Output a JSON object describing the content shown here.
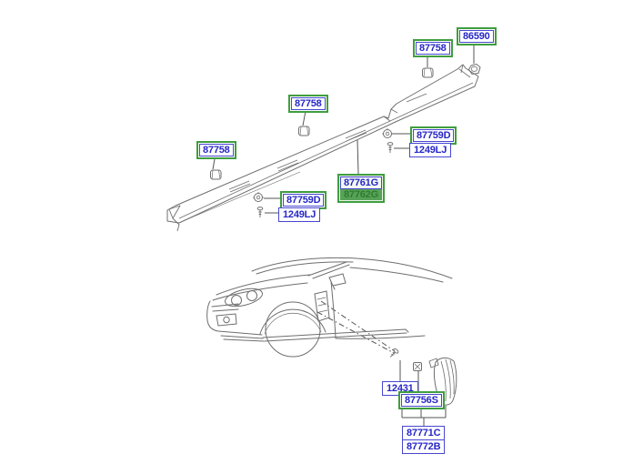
{
  "diagram_type": "vehicle parts exploded view - side sill moulding and mud guard",
  "colors": {
    "label_green_border": "#3f9e3f",
    "label_blue_border": "#4747d2",
    "label_text_blue": "#2626c9",
    "selected_highlight_bg": "#58a158",
    "selected_secondary_text": "#2e7d2e",
    "line_art": "#6e6e6e",
    "background": "#ffffff"
  },
  "labels": {
    "clip_top": "87758",
    "nut": "86590",
    "clip_mid": "87758",
    "clip_left": "87758",
    "grommet_right": "87759D",
    "screw_right": "1249LJ",
    "grommet_left": "87759D",
    "screw_left": "1249LJ",
    "bolt": "12431",
    "mudguard": "87756S",
    "kit_upper": "87771C",
    "kit_lower": "87772B"
  },
  "selected_part": {
    "primary": "87761G",
    "secondary": "87762G"
  },
  "icons": {
    "clip": "retainer-clip",
    "nut": "flange-nut",
    "grommet": "push-grommet",
    "screw": "tapping-screw"
  }
}
